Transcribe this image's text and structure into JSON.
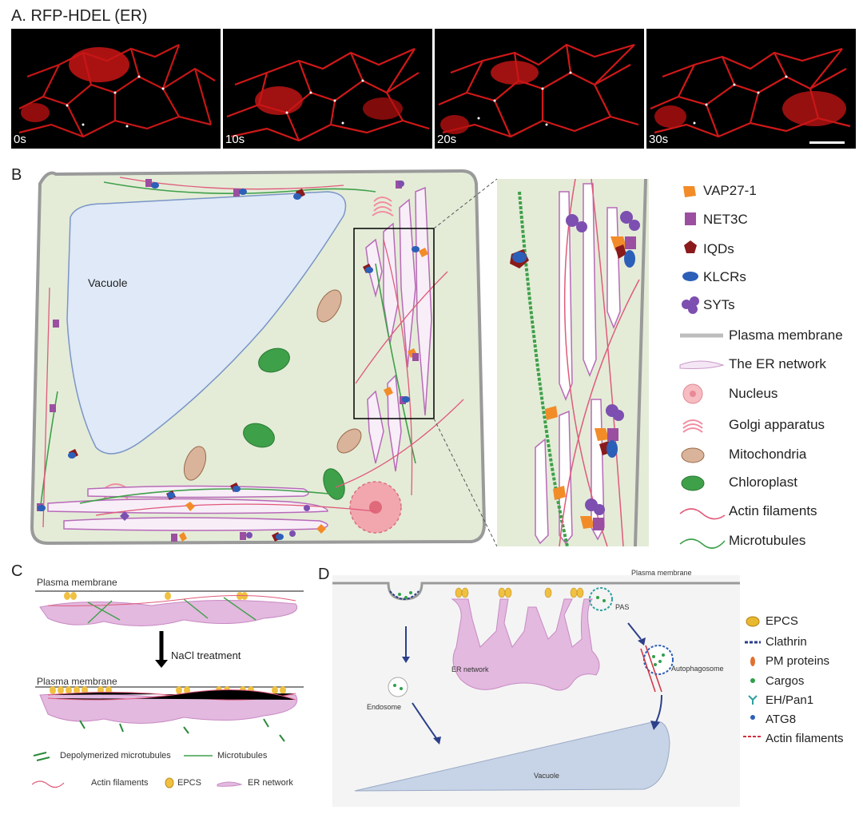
{
  "panel_a": {
    "label": "A",
    "title": "RFP-HDEL (ER)",
    "timestamps": [
      "0s",
      "10s",
      "20s",
      "30s"
    ]
  },
  "panel_b": {
    "label": "B",
    "vacuole_label": "Vacuole",
    "legend": [
      {
        "name": "VAP27-1",
        "icon": "vap27-icon",
        "color": "#f28c28"
      },
      {
        "name": "NET3C",
        "icon": "net3c-icon",
        "color": "#9b4fa0"
      },
      {
        "name": "IQDs",
        "icon": "iqd-icon",
        "color": "#8b1a1a"
      },
      {
        "name": "KLCRs",
        "icon": "klcr-icon",
        "color": "#2c5fb8"
      },
      {
        "name": "SYTs",
        "icon": "syt-icon",
        "color": "#7c4fb0"
      },
      {
        "name": "Plasma membrane",
        "icon": "plasma-membrane-icon",
        "color": "#bdbdbd"
      },
      {
        "name": "The ER network",
        "icon": "er-network-icon",
        "color": "#e6c2e6"
      },
      {
        "name": "Nucleus",
        "icon": "nucleus-icon",
        "color": "#f0a0a8"
      },
      {
        "name": "Golgi apparatus",
        "icon": "golgi-icon",
        "color": "#f28ca0"
      },
      {
        "name": "Mitochondria",
        "icon": "mitochondria-icon",
        "color": "#d9b39a"
      },
      {
        "name": "Chloroplast",
        "icon": "chloroplast-icon",
        "color": "#3fa04a"
      },
      {
        "name": "Actin filaments",
        "icon": "actin-icon",
        "color": "#e05a7a"
      },
      {
        "name": "Microtubules",
        "icon": "microtubule-icon",
        "color": "#3fa04a"
      }
    ]
  },
  "panel_c": {
    "label": "C",
    "pm_label_top": "Plasma membrane",
    "pm_label_bottom": "Plasma membrane",
    "treatment": "NaCl treatment",
    "legend": {
      "depolymerized": "Depolymerized microtubules",
      "microtubules": "Microtubules",
      "actin": "Actin filaments",
      "epcs": "EPCS",
      "er": "ER network"
    }
  },
  "panel_d": {
    "label": "D",
    "pm_label": "Plasma membrane",
    "pas": "PAS",
    "er_network": "ER network",
    "endosome": "Endosome",
    "autophagosome": "Autophagosome",
    "vacuole": "Vacuole",
    "legend": [
      {
        "name": "EPCS",
        "icon": "epcs-icon",
        "color": "#e8b830"
      },
      {
        "name": "Clathrin",
        "icon": "clathrin-icon",
        "color": "#2c3f8a"
      },
      {
        "name": "PM proteins",
        "icon": "pm-protein-icon",
        "color": "#e07030"
      },
      {
        "name": "Cargos",
        "icon": "cargo-icon",
        "color": "#2fa04a"
      },
      {
        "name": "EH/Pan1",
        "icon": "eh-pan1-icon",
        "color": "#2fa0a0"
      },
      {
        "name": "ATG8",
        "icon": "atg8-icon",
        "color": "#2c5fb8"
      },
      {
        "name": "Actin filaments",
        "icon": "actin-filament-icon",
        "color": "#d03040"
      }
    ]
  }
}
